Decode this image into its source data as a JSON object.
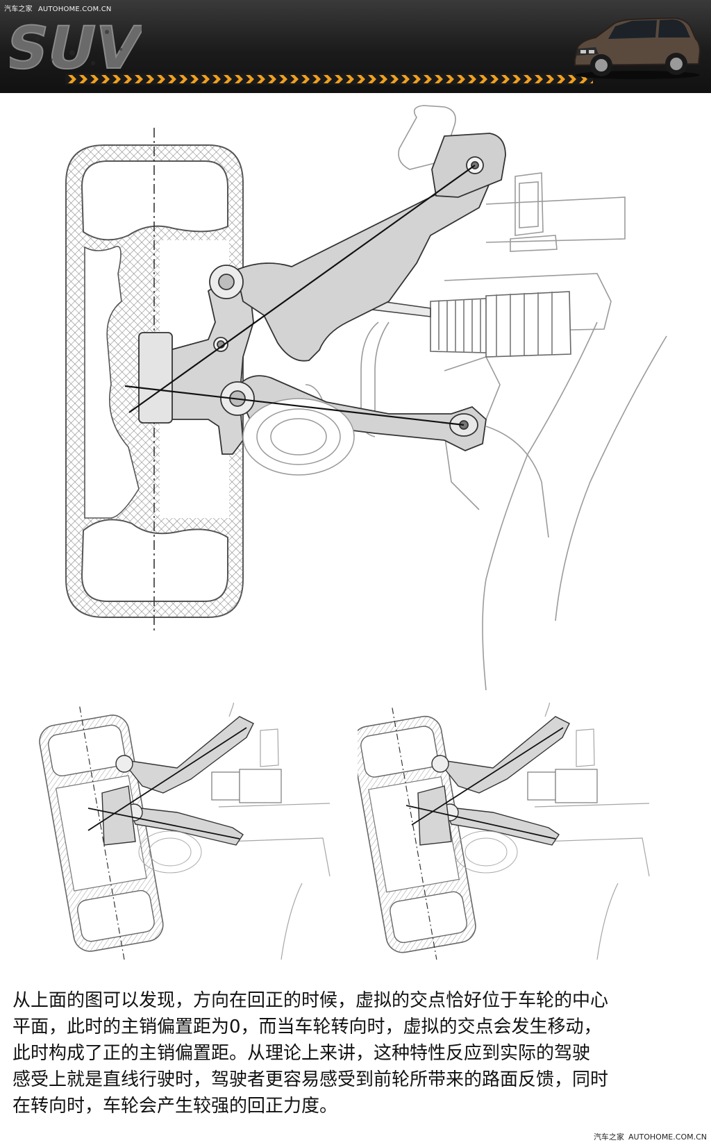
{
  "banner": {
    "site_name": "汽车之家",
    "site_domain": "AUTOHOME.COM.CN",
    "logo_text": "SUV"
  },
  "colors": {
    "banner_bg": "#1b1b1b",
    "stripe_orange": "#f0a020",
    "line_art": "#555555",
    "highlight_part": "#d8d8d8"
  },
  "icons": {
    "logo": "suv-grunge-logo",
    "car": "suv-car-photo"
  },
  "caption": {
    "lines": [
      "从上面的图可以发现，方向在回正的时候，虚拟的交点恰好位于车轮的中心",
      "平面，此时的主销偏置距为0，而当车轮转向时，虚拟的交点会发生移动，",
      "此时构成了正的主销偏置距。从理论上来讲，这种特性反应到实际的驾驶",
      "感受上就是直线行驶时，驾驶者更容易感受到前轮所带来的路面反馈，同时",
      "在转向时，车轮会产生较强的回正力度。"
    ]
  },
  "watermark": {
    "site_name": "汽车之家",
    "site_domain": "AUTOHOME.COM.CN"
  }
}
